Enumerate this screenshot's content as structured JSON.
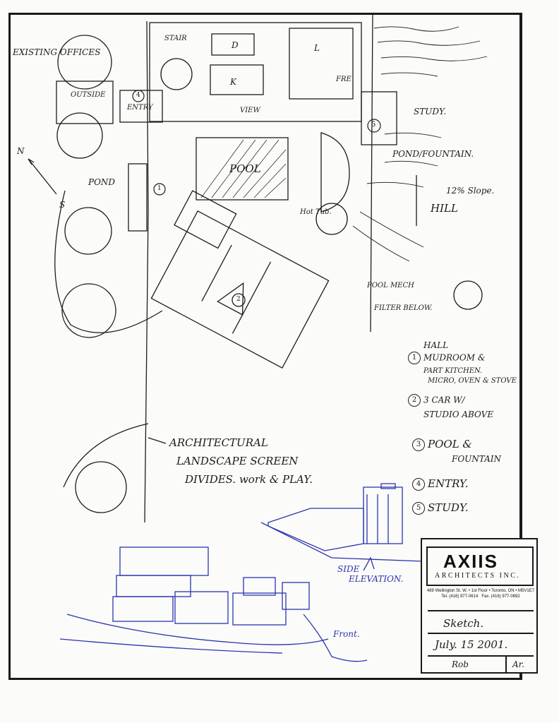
{
  "labels": {
    "existing_offices": "EXISTING OFFICES",
    "outside": "OUTSIDE",
    "entry": "ENTRY",
    "stair": "STAIR",
    "room_d": "D",
    "room_k": "K",
    "room_l": "L",
    "fre": "FRE",
    "view": "VIEW",
    "study": "STUDY.",
    "pond_left": "POND",
    "pool": "POOL",
    "pond_fountain": "POND/FOUNTAIN.",
    "slope": "12% Slope.",
    "hill": "HILL",
    "hot_tub": "Hot Tub.",
    "pool_mech": "POOL MECH",
    "filter_below": "FILTER BELOW.",
    "compass_n": "N",
    "compass_s": "S",
    "screen_1": "ARCHITECTURAL",
    "screen_2": "LANDSCAPE SCREEN",
    "screen_3": "DIVIDES. work & PLAY.",
    "side_1": "SIDE",
    "side_2": "ELEVATION.",
    "front": "Front."
  },
  "markers": {
    "m1": "1",
    "m2": "2",
    "m4": "4",
    "m5": "5"
  },
  "legend": [
    {
      "num": "1",
      "line1": "HALL",
      "line2": "MUDROOM &",
      "line3": "PART KITCHEN.",
      "line4": "MICRO, OVEN & STOVE"
    },
    {
      "num": "2",
      "line1": "3 CAR W/",
      "line2": "STUDIO ABOVE"
    },
    {
      "num": "3",
      "line1": "POOL &",
      "line2": "FOUNTAIN"
    },
    {
      "num": "4",
      "line1": "ENTRY."
    },
    {
      "num": "5",
      "line1": "STUDY."
    }
  ],
  "title_block": {
    "firm": "AXIIS",
    "firm_sub": "ARCHITECTS INC.",
    "address": "489 Wellington St. W. • 1st Floor • Toronto, ON • M5V1E7",
    "tel": "Tel. (416) 977-0614",
    "fax": "Fax. (416) 977-0692",
    "sheet": "Sketch.",
    "date": "July. 15 2001.",
    "drawn_by": "Rob",
    "checked_by": "Ar."
  },
  "colors": {
    "ink": "#1c1c1c",
    "blue_ink": "#2a34b0",
    "paper": "#fbfbf9"
  }
}
